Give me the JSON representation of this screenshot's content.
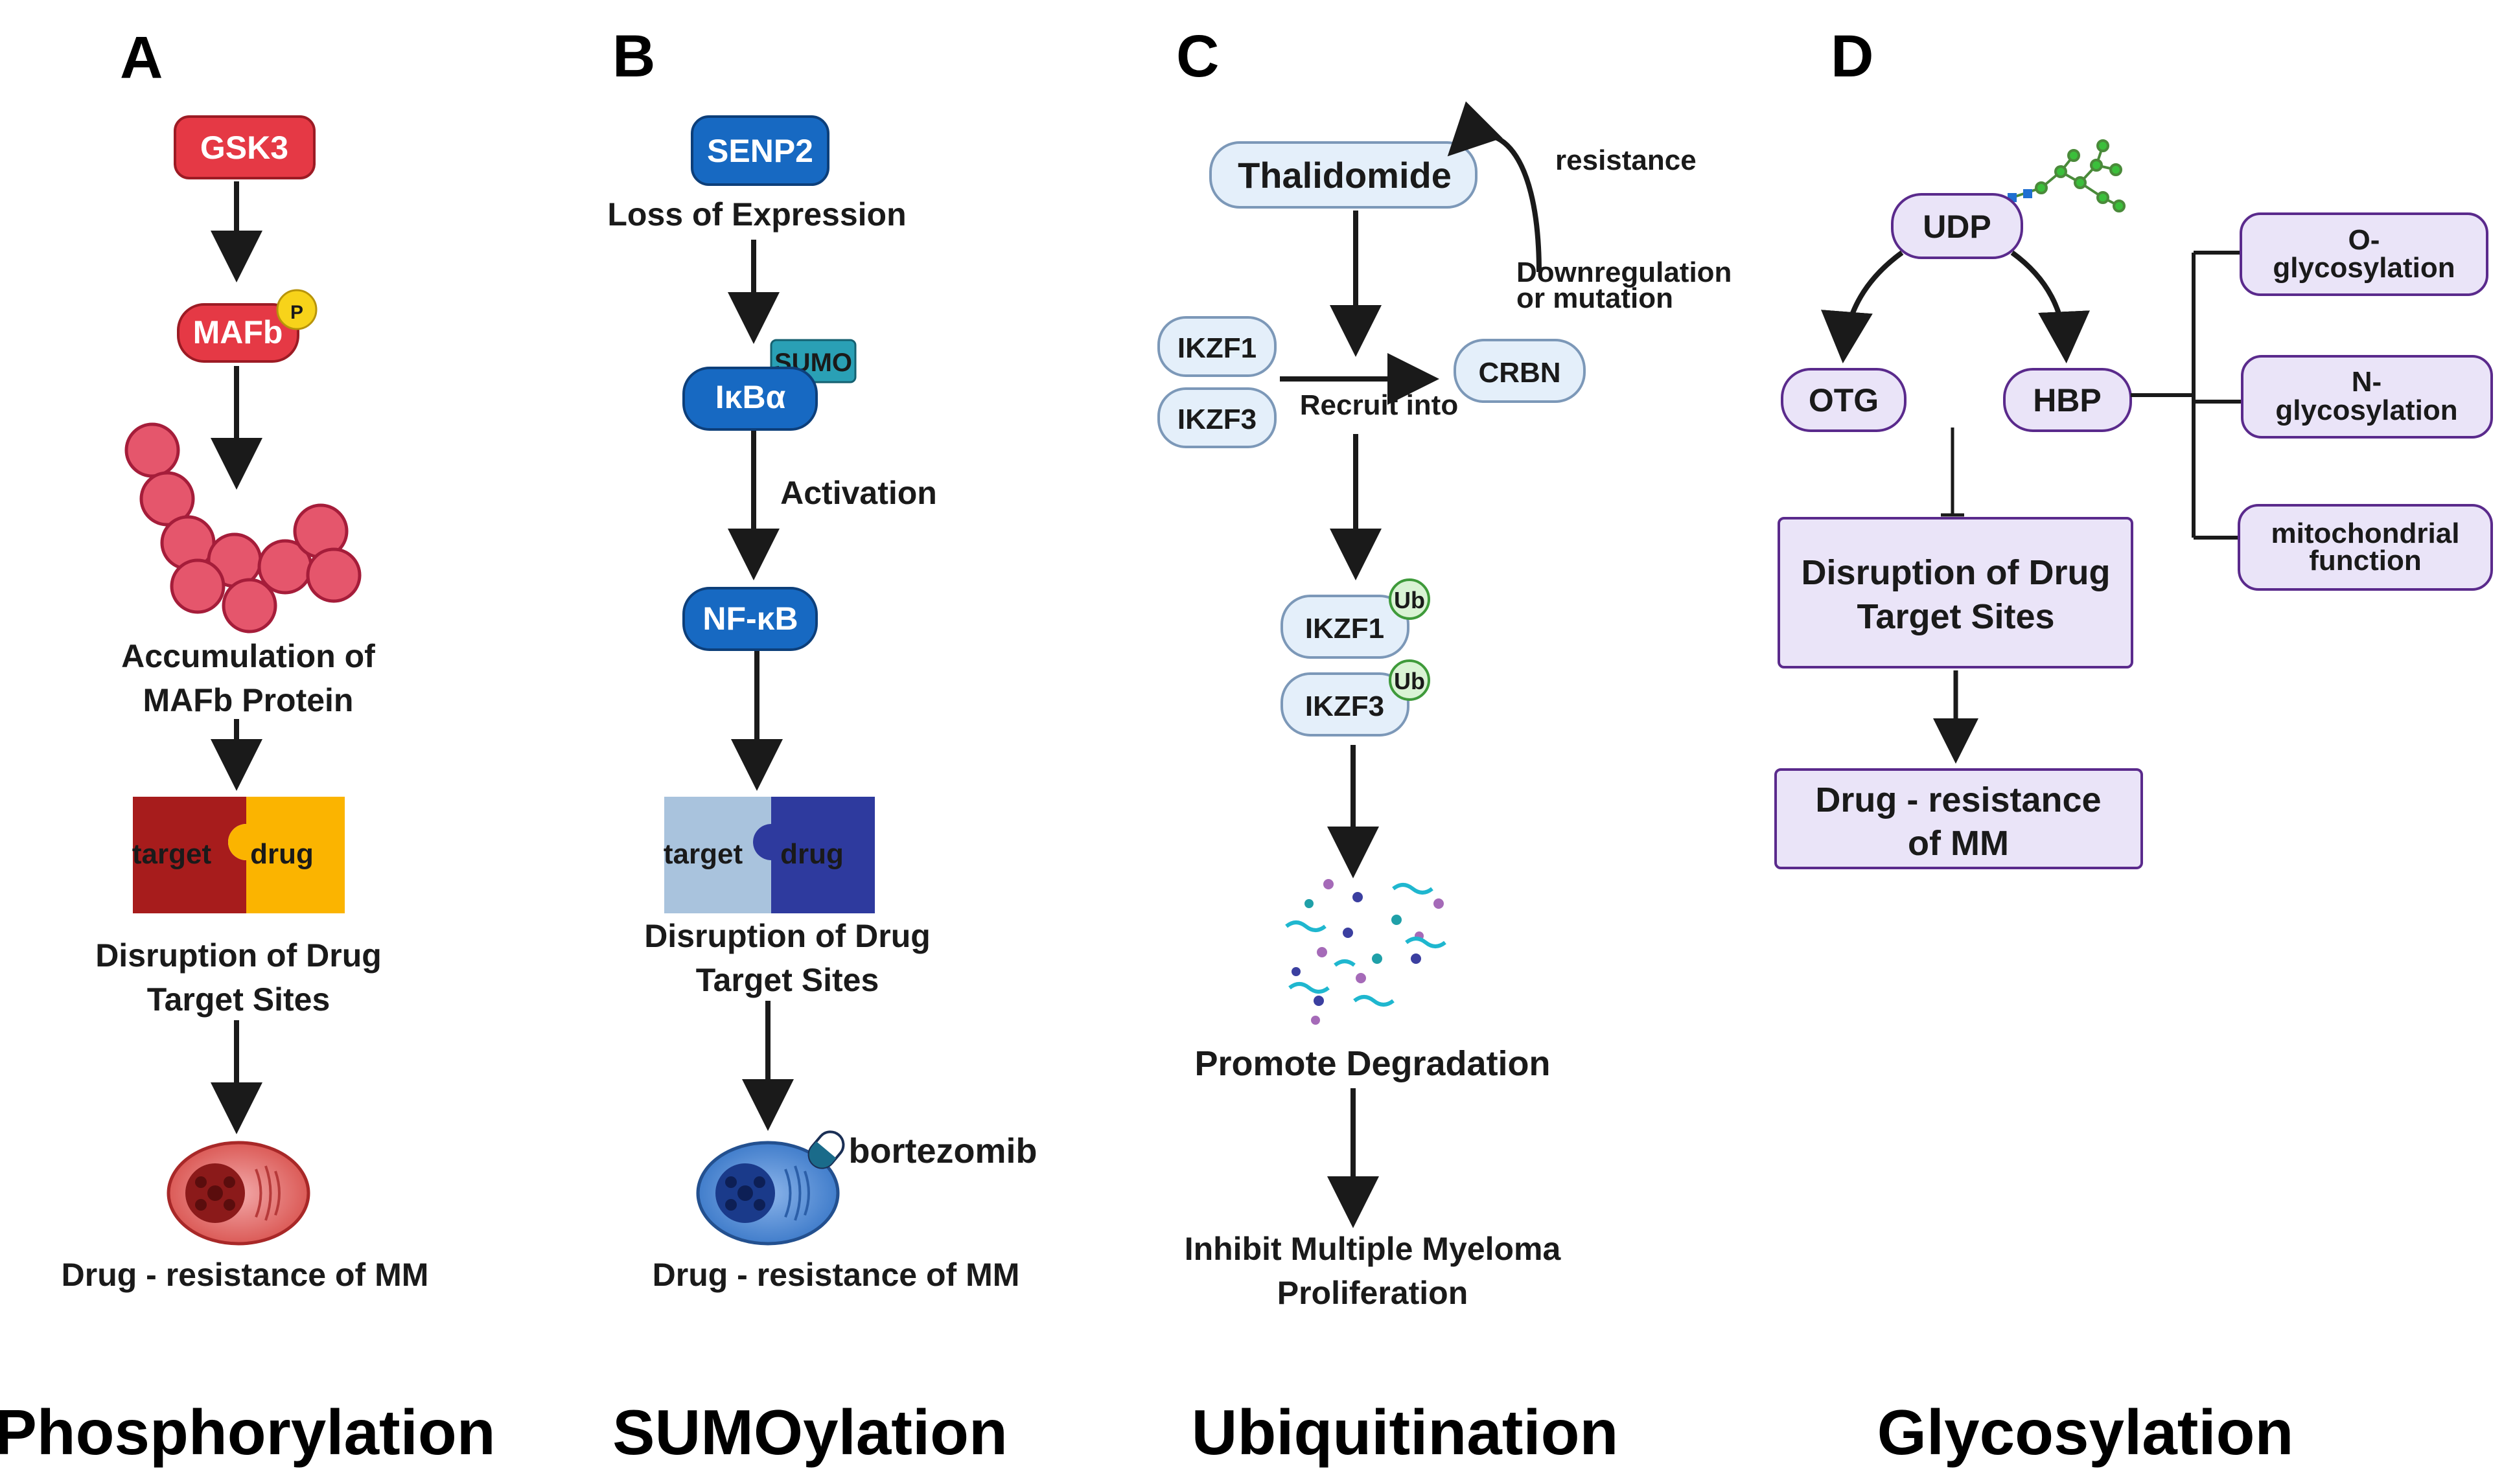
{
  "panels": {
    "A": {
      "letter": "A",
      "title": "Phosphorylation",
      "gsk3": "GSK3",
      "mafb": "MAFb",
      "phospho": "P",
      "accumulation": [
        "Accumulation of",
        "MAFb Protein"
      ],
      "target": "target",
      "drug": "drug",
      "disruption": [
        "Disruption of Drug",
        "Target Sites"
      ],
      "resistance": "Drug - resistance of MM"
    },
    "B": {
      "letter": "B",
      "title": "SUMOylation",
      "senp2": "SENP2",
      "loss": "Loss of Expression",
      "ikba": "IκBα",
      "sumo": "SUMO",
      "activation": "Activation",
      "nfkb": "NF-κB",
      "target": "target",
      "drug": "drug",
      "disruption": [
        "Disruption of Drug",
        "Target Sites"
      ],
      "bortezomib": "bortezomib",
      "resistance": "Drug - resistance of MM"
    },
    "C": {
      "letter": "C",
      "title": "Ubiquitination",
      "thalidomide": "Thalidomide",
      "resistance": "resistance",
      "downregulation": [
        "Downregulation",
        "or mutation"
      ],
      "ikzf1": "IKZF1",
      "ikzf3": "IKZF3",
      "recruit": "Recruit into",
      "crbn": "CRBN",
      "ub": "Ub",
      "degradation": "Promote Degradation",
      "inhibit": [
        "Inhibit Multiple Myeloma",
        "Proliferation"
      ]
    },
    "D": {
      "letter": "D",
      "title": "Glycosylation",
      "udp": "UDP",
      "otg": "OTG",
      "hbp": "HBP",
      "o_glyco": [
        "O-",
        "glycosylation"
      ],
      "n_glyco": [
        "N-",
        "glycosylation"
      ],
      "mito": [
        "mitochondrial",
        "function"
      ],
      "disruption": [
        "Disruption of Drug",
        "Target Sites"
      ],
      "resistance": [
        "Drug - resistance",
        "of MM"
      ]
    }
  },
  "colors": {
    "red_node": "#e53945",
    "blue_node": "#1769c2",
    "light_blue_node": "#e4effa",
    "purple_node": "#eae4f8",
    "purple_border": "#5a2a8c"
  }
}
